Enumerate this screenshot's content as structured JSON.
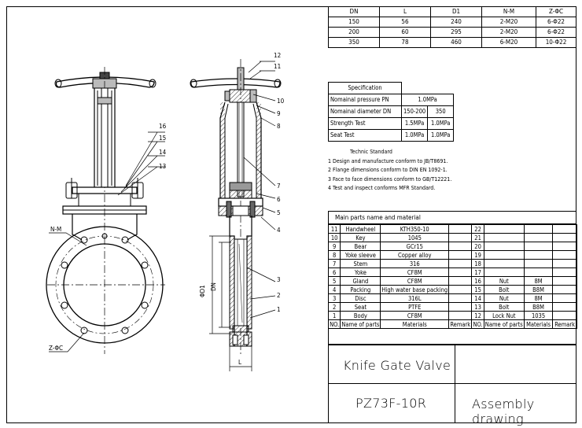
{
  "dimension_table": {
    "headers": [
      "DN",
      "L",
      "D1",
      "N-M",
      "Z-ΦC"
    ],
    "rows": [
      [
        "150",
        "56",
        "240",
        "2-M20",
        "6-Φ22"
      ],
      [
        "200",
        "60",
        "295",
        "2-M20",
        "6-Φ22"
      ],
      [
        "350",
        "78",
        "460",
        "6-M20",
        "10-Φ22"
      ]
    ]
  },
  "spec_table": {
    "header": "Specification",
    "rows": [
      {
        "label": "Nomainal pressure PN",
        "values": [
          "1.0MPa"
        ]
      },
      {
        "label": "Nomainal diameter DN",
        "values": [
          "150-200",
          "350"
        ]
      },
      {
        "label": "Strength Test",
        "values": [
          "1.5MPa",
          "1.0MPa"
        ]
      },
      {
        "label": "Seat Test",
        "values": [
          "1.0MPa",
          "1.0MPa"
        ]
      }
    ]
  },
  "technic_standard": {
    "title": "Technic  Standard",
    "items": [
      "1 Design and manufacture conform to JB/T8691.",
      "2 Flange dimensions conform to DIN EN 1092-1.",
      "3 Face to face dimensions conform to GB/T12221.",
      "4  Test and inspect conforms MFR Standard."
    ]
  },
  "parts_table": {
    "title": "Main parts name and material",
    "rows": [
      [
        "11",
        "Handwheel",
        "KTH350-10",
        "",
        "22",
        "",
        "",
        ""
      ],
      [
        "10",
        "Key",
        "1045",
        "",
        "21",
        "",
        "",
        ""
      ],
      [
        "9",
        "Bear",
        "GCr15",
        "",
        "20",
        "",
        "",
        ""
      ],
      [
        "8",
        "Yoke sleeve",
        "Copper alloy",
        "",
        "19",
        "",
        "",
        ""
      ],
      [
        "7",
        "Stem",
        "316",
        "",
        "18",
        "",
        "",
        ""
      ],
      [
        "6",
        "Yoke",
        "CF8M",
        "",
        "17",
        "",
        "",
        ""
      ],
      [
        "5",
        "Gland",
        "CF8M",
        "",
        "16",
        "Nut",
        "8M",
        ""
      ],
      [
        "4",
        "Packing",
        "High water base packing",
        "",
        "15",
        "Bolt",
        "B8M",
        ""
      ],
      [
        "3",
        "Disc",
        "316L",
        "",
        "14",
        "Nut",
        "8M",
        ""
      ],
      [
        "2",
        "Seat",
        "PTFE",
        "",
        "13",
        "Bolt",
        "B8M",
        ""
      ],
      [
        "1",
        "Body",
        "CF8M",
        "",
        "12",
        "Lock Nut",
        "1035",
        ""
      ]
    ],
    "footer": [
      "NO.",
      "Name of parts",
      "Materials",
      "Remark",
      "NO.",
      "Name of parts",
      "Materials",
      "Remark"
    ]
  },
  "title_block": {
    "product_name": "Knife Gate Valve",
    "model": "PZ73F-10R",
    "drawing_type": "Assembly drawing"
  },
  "drawing_labels": {
    "front_balloons": [
      "16",
      "15",
      "14",
      "13"
    ],
    "side_balloons": [
      "12",
      "11",
      "10",
      "9",
      "8",
      "7",
      "6",
      "5",
      "4",
      "3",
      "2",
      "1"
    ],
    "nm_label": "N-M",
    "zc_label": "Z-ΦC",
    "d1_label": "ΦD1",
    "dn_label": "DN",
    "l_label": "L"
  }
}
